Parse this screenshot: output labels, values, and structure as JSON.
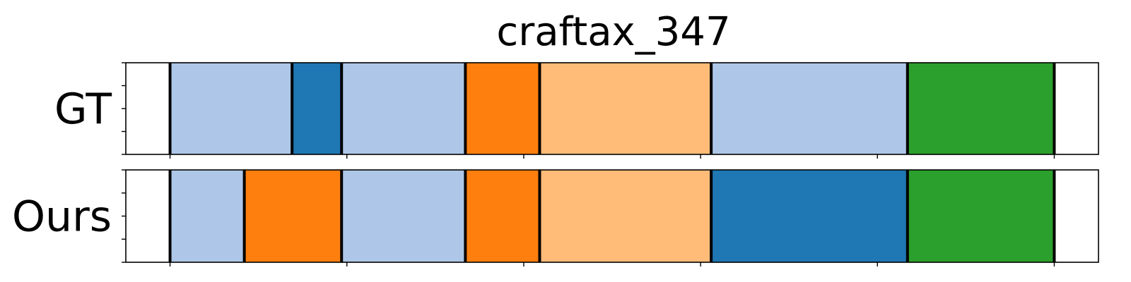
{
  "chart_data": {
    "type": "segmentation_timeline",
    "title": "craftax_347",
    "xlim": [
      -25,
      525
    ],
    "x_ticks": [
      0,
      100,
      200,
      300,
      400,
      500
    ],
    "tick_labels_shown": false,
    "grid": false,
    "legend": "none",
    "boundary_color": "#000000",
    "rows": [
      {
        "label": "GT",
        "segments": [
          {
            "start": 0,
            "end": 69,
            "color": "#aec7e8"
          },
          {
            "start": 69,
            "end": 97,
            "color": "#1f77b4"
          },
          {
            "start": 97,
            "end": 167,
            "color": "#aec7e8"
          },
          {
            "start": 167,
            "end": 209,
            "color": "#ff7f0e"
          },
          {
            "start": 209,
            "end": 306,
            "color": "#ffbb78"
          },
          {
            "start": 306,
            "end": 417,
            "color": "#aec7e8"
          },
          {
            "start": 417,
            "end": 500,
            "color": "#2ca02c"
          }
        ]
      },
      {
        "label": "Ours",
        "segments": [
          {
            "start": 0,
            "end": 42,
            "color": "#aec7e8"
          },
          {
            "start": 42,
            "end": 97,
            "color": "#ff7f0e"
          },
          {
            "start": 97,
            "end": 167,
            "color": "#aec7e8"
          },
          {
            "start": 167,
            "end": 209,
            "color": "#ff7f0e"
          },
          {
            "start": 209,
            "end": 306,
            "color": "#ffbb78"
          },
          {
            "start": 306,
            "end": 417,
            "color": "#1f77b4"
          },
          {
            "start": 417,
            "end": 500,
            "color": "#2ca02c"
          }
        ]
      }
    ]
  }
}
